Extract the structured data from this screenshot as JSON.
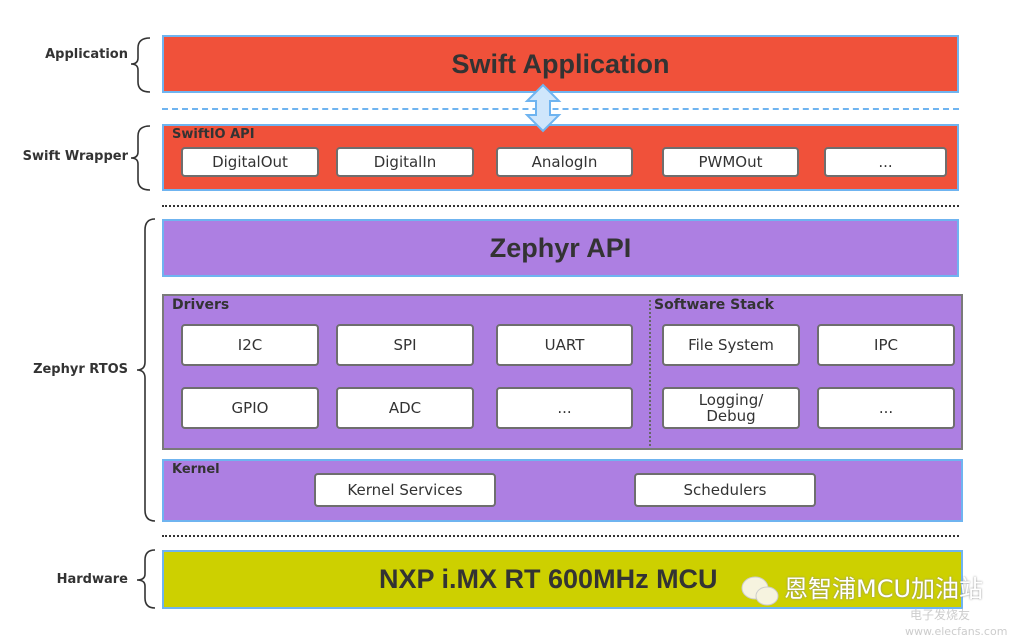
{
  "left_labels": [
    "Application",
    "Swift Wrapper",
    "Zephyr RTOS",
    "Hardware"
  ],
  "application": {
    "title": "Swift Application",
    "color": "#f0513a"
  },
  "swift_wrapper": {
    "heading": "SwiftIO API",
    "items": [
      "DigitalOut",
      "DigitalIn",
      "AnalogIn",
      "PWMOut",
      "..."
    ],
    "color": "#f0513a"
  },
  "zephyr_api": {
    "title": "Zephyr API",
    "color": "#ad7fe2"
  },
  "drivers": {
    "heading": "Drivers",
    "items": [
      "I2C",
      "SPI",
      "UART",
      "GPIO",
      "ADC",
      "..."
    ]
  },
  "software_stack": {
    "heading": "Software Stack",
    "items": [
      "File System",
      "IPC",
      "Logging/ Debug",
      "..."
    ]
  },
  "kernel": {
    "heading": "Kernel",
    "items": [
      "Kernel Services",
      "Schedulers"
    ]
  },
  "hardware": {
    "title": "NXP i.MX RT 600MHz MCU",
    "color": "#cdd000"
  },
  "watermarks": {
    "wechat": "恩智浦MCU加油站",
    "site": "电子发烧友",
    "url": "www.elecfans.com"
  }
}
